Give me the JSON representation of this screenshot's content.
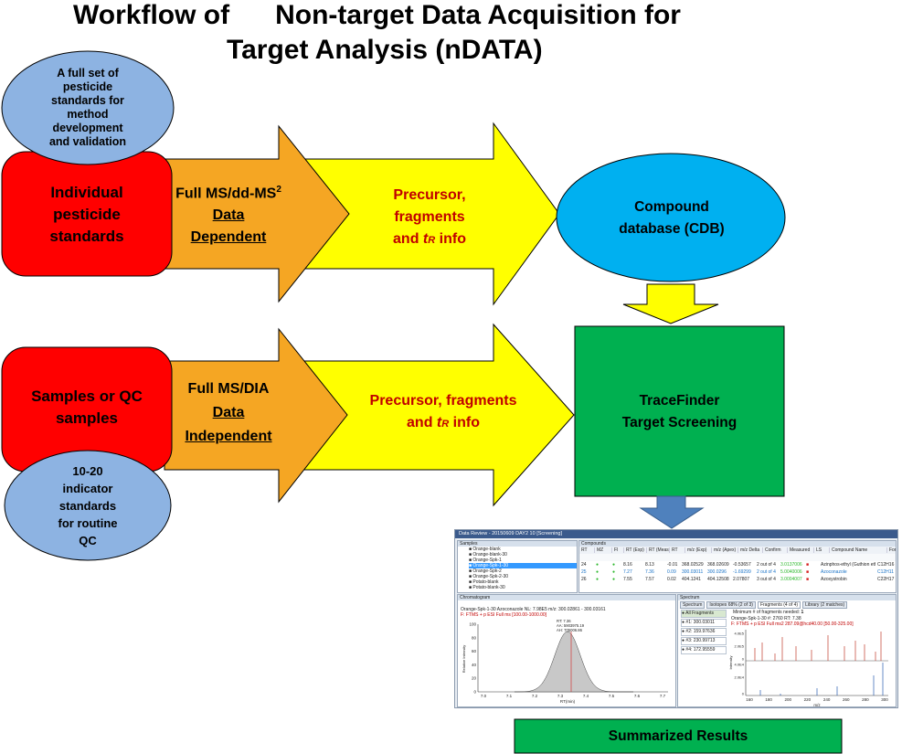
{
  "title": {
    "line1_a": "Workflow of",
    "line1_b": "Non-target Data Acquisition for",
    "line2": "Target Analysis (nDATA)"
  },
  "top_row": {
    "ellipse_text": [
      "A full set of",
      "pesticide",
      "standards for",
      "method",
      "development",
      "and validation"
    ],
    "red_box": [
      "Individual",
      "pesticide",
      "standards"
    ],
    "orange_arrow": {
      "l1": "Full MS/dd-MS",
      "sup": "2",
      "l2": "Data",
      "l3": "Dependent"
    },
    "yellow_arrow": {
      "l1": "Precursor,",
      "l2": "fragments",
      "l3_pre": "and ",
      "tr_t": "t",
      "tr_r": "R",
      "l3_post": " info"
    },
    "cdb": [
      "Compound",
      "database (CDB)"
    ]
  },
  "bottom_row": {
    "red_box": [
      "Samples or QC",
      "samples"
    ],
    "orange_arrow": {
      "l1": "Full MS/DIA",
      "l2": "Data",
      "l3": "Independent"
    },
    "yellow_arrow": {
      "l1": "Precursor, fragments",
      "l2_pre": "and ",
      "tr_t": "t",
      "tr_r": "R",
      "l2_post": " info"
    },
    "ellipse_text": [
      "10-20",
      "indicator",
      "standards",
      "for routine",
      "QC"
    ]
  },
  "tracefinder": [
    "TraceFinder",
    "Target Screening"
  ],
  "summary": "Summarized Results",
  "screenshot": {
    "title": "Data Review - 20150609 DAY2 10 [Screening]",
    "samples_header": "Samples",
    "samples": [
      "Orange-blank",
      "Orange-blank-30",
      "Orange-Spk-1",
      "Orange-Spk-1-30",
      "Orange-Spk-2",
      "Orange-Spk-2-30",
      "Potato-blank",
      "Potato-blank-30"
    ],
    "compounds_header": "Compounds",
    "compound_cols": [
      "RT",
      "MZ",
      "Fl",
      "RT (Exp)",
      "RT (Meas)",
      "RT",
      "m/z (Exp)",
      "m/z (Apex)",
      "m/z Delta",
      "Confirm",
      "Measured",
      "LS",
      "Compound Name",
      "Formula"
    ],
    "compound_rows": [
      [
        "24",
        "8.16",
        "8.13",
        "-0.01",
        "368.02529",
        "368.02609",
        "-0.53657",
        "2 out of 4",
        "3.0137006",
        "Azinphos-ethyl (Guthion eth.)",
        "C12H16"
      ],
      [
        "25",
        "7.27",
        "7.36",
        "0.09",
        "300.03011",
        "300.0296",
        "-1.69299",
        "2 out of 4",
        "5.0040006",
        "Azoconazole",
        "C12H11"
      ],
      [
        "26",
        "7.55",
        "7.57",
        "0.02",
        "404.1241",
        "404.12508",
        "2.07807",
        "3 out of 4",
        "3.0004007",
        "Azoxystrobin",
        "C22H17"
      ]
    ],
    "chrom_header": "Chromatogram",
    "chrom_info": "Orange-Spk-1-30   Azoconazole   NL: 7.98E5   m/z: 300.02861 - 300.03161",
    "chrom_filter": "F: FTMS + p ESI Full ms [100.00-1000.00]",
    "chrom_peak": [
      "RT: 7.36",
      "AA: 5903975.19",
      "AH: 705006.86"
    ],
    "chrom_ylabel": "Relative Intensity",
    "chrom_xlabel": "RT(min)",
    "chrom_xticks": [
      "7.0",
      "7.1",
      "7.2",
      "7.3",
      "7.4",
      "7.5",
      "7.6",
      "7.7"
    ],
    "chrom_yticks": [
      "100",
      "80",
      "60",
      "40",
      "20",
      "0"
    ],
    "spec_header": "Spectrum",
    "spec_tabs": [
      "Spectrum",
      "Isotopes 68% (2 of 3)",
      "Fragments (4 of 4)",
      "Library (2 matches)"
    ],
    "min_frag": "Minimum # of fragments needed:",
    "min_frag_val": "1",
    "fragments": [
      "All Fragments",
      "#1: 300.03011",
      "#2: 159.97636",
      "#3: 230.99713",
      "#4: 172.95559"
    ],
    "spec_info": "Orange-Spk-1-30   #: 2760   RT: 7.38",
    "spec_filter": "F: FTMS + p ESI Full ms2 287.09@hcd40.00 [50.00-325.00]",
    "spec_yticks": [
      "4.0E5",
      "2.0E5",
      "0",
      "4.0E4",
      "2.0E4",
      "0"
    ],
    "spec_xticks": [
      "160",
      "180",
      "200",
      "220",
      "240",
      "260",
      "280",
      "300"
    ],
    "spec_xlabel": "m/z",
    "spec_ylabel": "Intensity"
  },
  "colors": {
    "red": "#ff0000",
    "orange": "#f5a623",
    "yellow": "#ffff00",
    "blue_ellipse": "#8db3e2",
    "cdb_blue": "#00b0f0",
    "green": "#00b050",
    "arrow_blue": "#4f81bd",
    "text_red": "#c00000"
  }
}
